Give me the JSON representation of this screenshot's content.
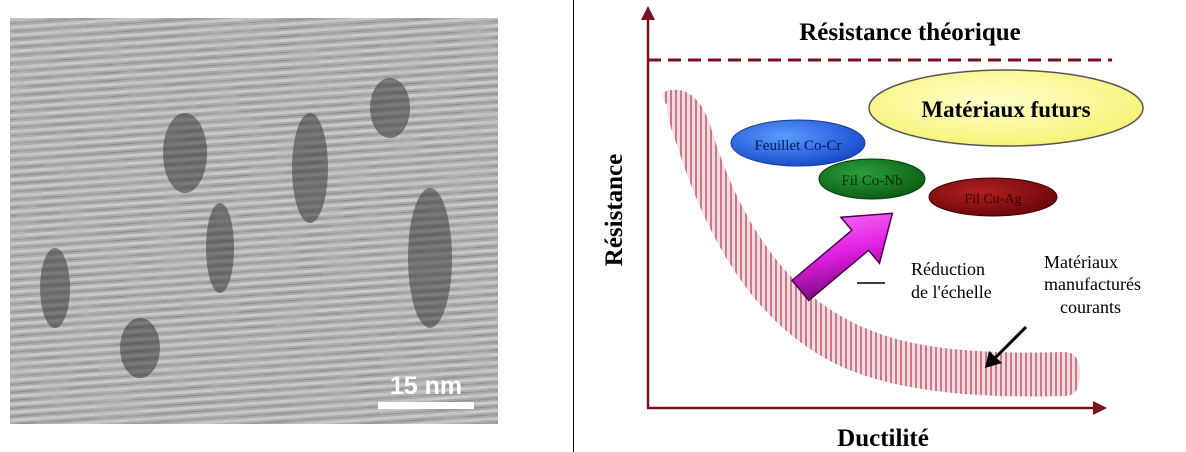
{
  "micrograph": {
    "scale_bar_label": "15 nm",
    "scale_bar_color": "#ffffff"
  },
  "diagram": {
    "top_label": "Résistance théorique",
    "y_axis_label": "Résistance",
    "x_axis_label": "Ductilité",
    "future_materials_label": "Matériaux futurs",
    "ellipse_labels": [
      "Feuillet Co-Cr",
      "Fil Co-Nb",
      "Fil Cu-Ag"
    ],
    "arrow_label_line1": "Réduction",
    "arrow_label_line2": "de l'échelle",
    "current_materials_line1": "Matériaux",
    "current_materials_line2": "manufacturés",
    "current_materials_line3": "courants",
    "colors": {
      "axis": "#7a1020",
      "dashed_line": "#7a1020",
      "band": "#d89aa6",
      "future_fill": "#ffff99",
      "ellipse_blue": "#1e5fe6",
      "ellipse_green": "#117a1c",
      "ellipse_red": "#8a0d12",
      "big_arrow": "#e020e0"
    }
  }
}
